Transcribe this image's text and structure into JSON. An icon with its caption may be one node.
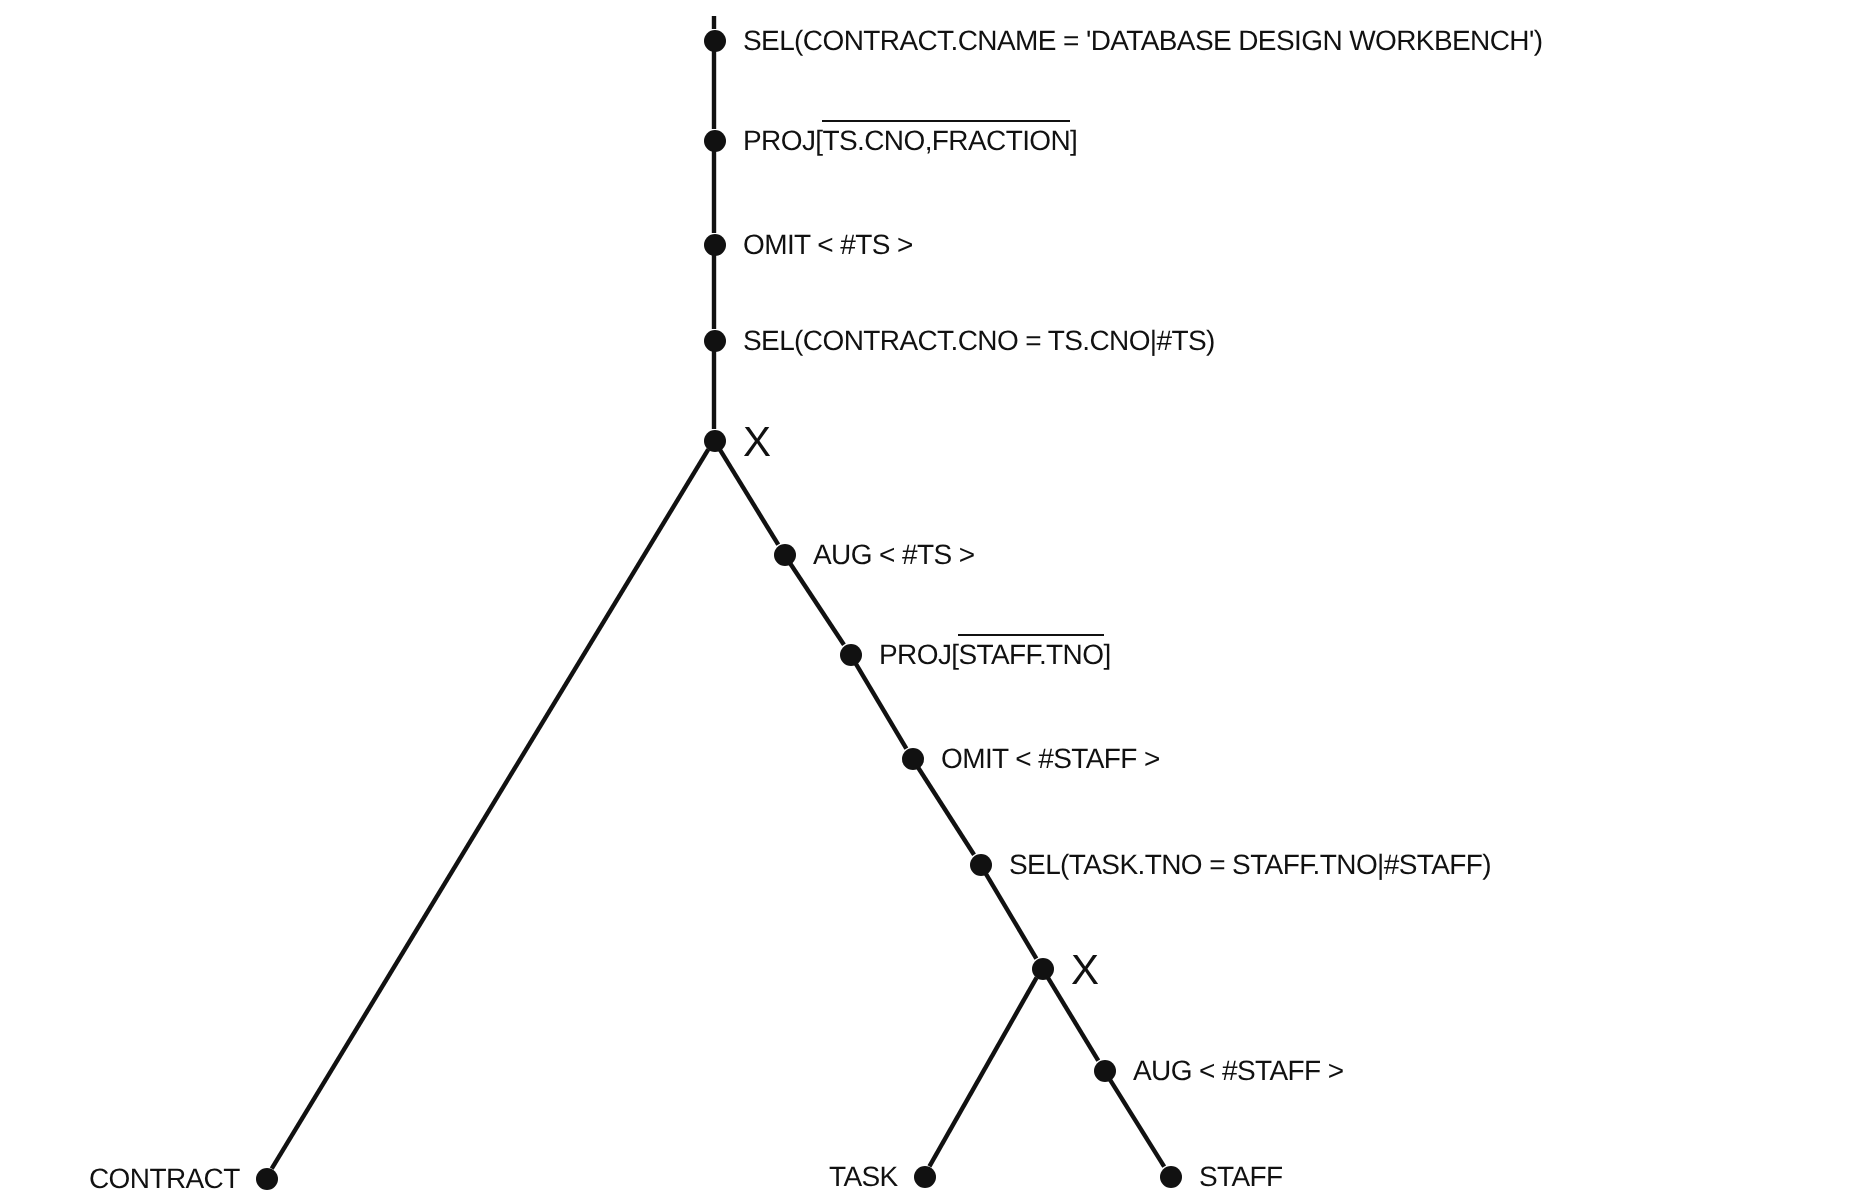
{
  "diagram": {
    "nodes": [
      {
        "text": [],
        "shape": "circle",
        "beside": [
          "SEL(CONTRACT.CNAME = 'DATABASE DESIGN WORKBENCH')"
        ]
      },
      {
        "text": [],
        "shape": "circle",
        "beside": [
          "PROJ[TS.CNO,FRACTION]"
        ]
      },
      {
        "text": [],
        "shape": "circle",
        "beside": [
          "OMIT < #TS >"
        ]
      },
      {
        "text": [],
        "shape": "circle",
        "beside": [
          "SEL(CONTRACT.CNO = TS.CNO|#TS)"
        ]
      },
      {
        "text": [],
        "shape": "circle",
        "beside": [
          "X"
        ]
      },
      {
        "text": [],
        "shape": "circle",
        "beside": [
          "AUG < #TS >"
        ]
      },
      {
        "text": [],
        "shape": "circle",
        "beside": [
          "PROJ[STAFF.TNO]"
        ]
      },
      {
        "text": [],
        "shape": "circle",
        "beside": [
          "OMIT < #STAFF >"
        ]
      },
      {
        "text": [],
        "shape": "circle",
        "beside": [
          "SEL(TASK.TNO = STAFF.TNO|#STAFF)"
        ]
      },
      {
        "text": [],
        "shape": "circle",
        "beside": [
          "X"
        ]
      },
      {
        "text": [],
        "shape": "circle",
        "beside": [
          "AUG < #STAFF >"
        ]
      },
      {
        "text": [],
        "shape": "circle",
        "beside": [
          "CONTRACT"
        ]
      },
      {
        "text": [],
        "shape": "circle",
        "beside": [
          "TASK"
        ]
      },
      {
        "text": [],
        "shape": "circle",
        "beside": [
          "STAFF"
        ]
      }
    ],
    "edges": [
      {
        "from": 0,
        "to": 1,
        "arrow": "none"
      },
      {
        "from": 1,
        "to": 2,
        "arrow": "none"
      },
      {
        "from": 2,
        "to": 3,
        "arrow": "none"
      },
      {
        "from": 3,
        "to": 4,
        "arrow": "none"
      },
      {
        "from": 4,
        "to": 11,
        "arrow": "none"
      },
      {
        "from": 4,
        "to": 5,
        "arrow": "none"
      },
      {
        "from": 5,
        "to": 6,
        "arrow": "none"
      },
      {
        "from": 6,
        "to": 7,
        "arrow": "none"
      },
      {
        "from": 7,
        "to": 8,
        "arrow": "none"
      },
      {
        "from": 8,
        "to": 9,
        "arrow": "none"
      },
      {
        "from": 9,
        "to": 12,
        "arrow": "none"
      },
      {
        "from": 9,
        "to": 10,
        "arrow": "none"
      },
      {
        "from": 10,
        "to": 13,
        "arrow": "none"
      }
    ]
  }
}
